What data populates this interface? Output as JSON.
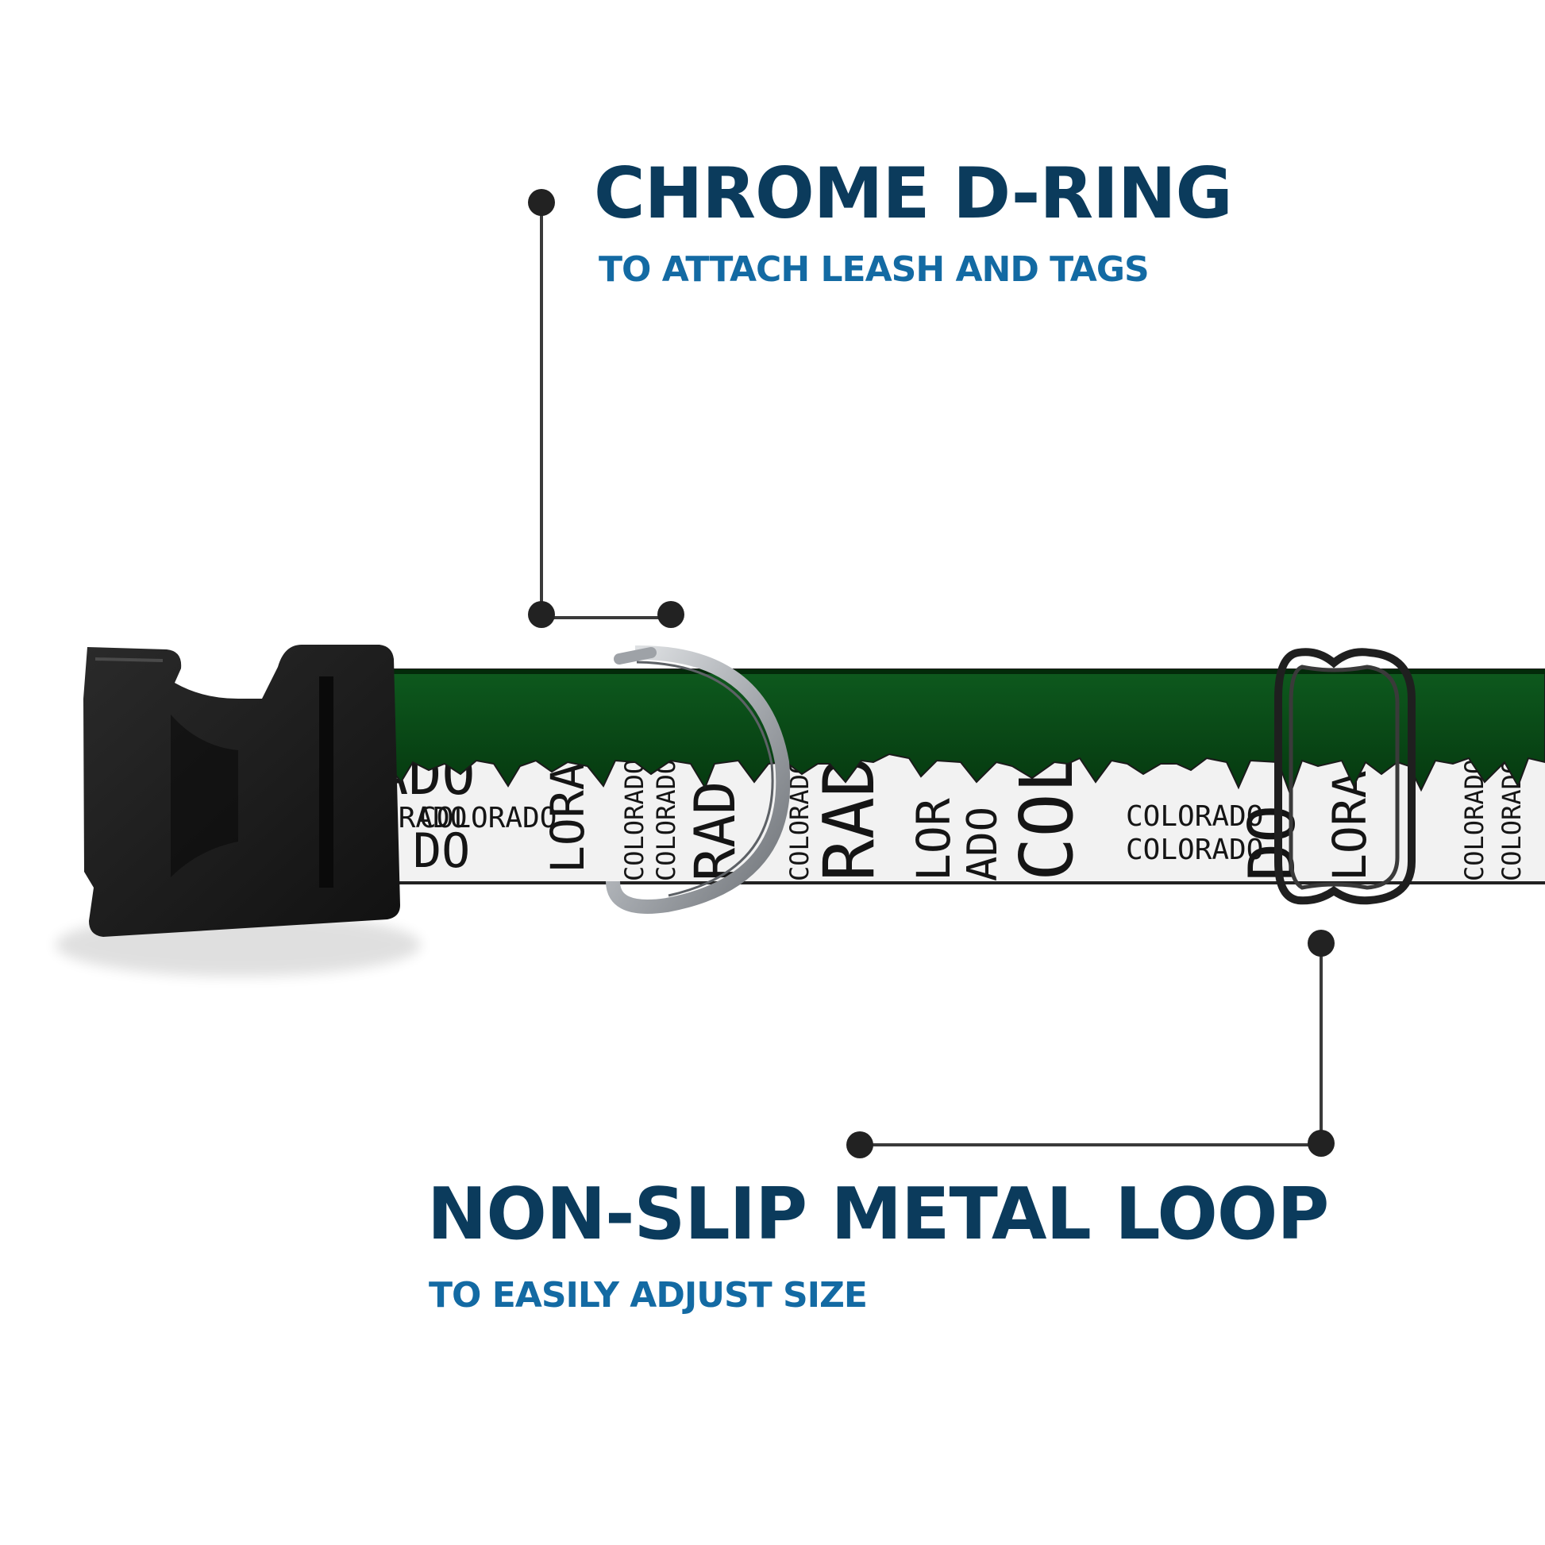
{
  "callouts": {
    "d_ring": {
      "title": "CHROME D-RING",
      "subtitle": "TO ATTACH LEASH AND TAGS"
    },
    "metal_loop": {
      "title": "NON-SLIP METAL LOOP",
      "subtitle": "TO EASILY ADJUST SIZE"
    }
  },
  "collar_print": {
    "word": "COLORADO",
    "fragments": [
      "RADO",
      "LORA",
      "LOR",
      "ADO",
      "RAD",
      "DO",
      "COLO"
    ]
  },
  "colors": {
    "heading": "#0b3b5c",
    "subheading": "#136aa3",
    "collar_green": "#0b5219",
    "buckle": "#1b1b1b",
    "d_ring": "#b9bcc0",
    "loop": "#222222",
    "callout_line": "#3a3a3a"
  }
}
